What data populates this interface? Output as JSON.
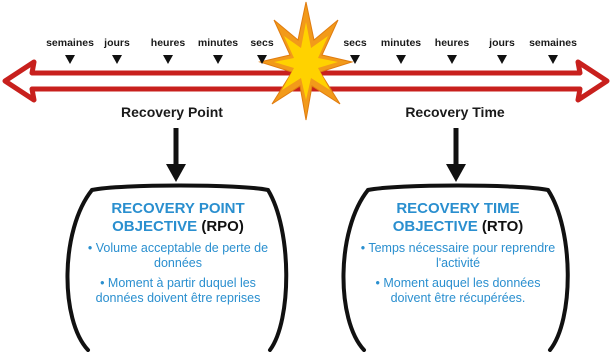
{
  "colors": {
    "arrow_red": "#c8201d",
    "burst_orange": "#f29a1a",
    "burst_yellow": "#ffd200",
    "accent_blue": "#2a8fcf",
    "ink": "#111111"
  },
  "left_timeline": {
    "ticks": [
      "semaines",
      "jours",
      "heures",
      "minutes",
      "secs"
    ],
    "title": "Recovery Point"
  },
  "right_timeline": {
    "ticks": [
      "secs",
      "minutes",
      "heures",
      "jours",
      "semaines"
    ],
    "title": "Recovery Time"
  },
  "rpo_box": {
    "title_line1": "RECOVERY POINT",
    "title_line2": "OBJECTIVE",
    "abbr": "(RPO)",
    "bullet1": "• Volume acceptable de perte de données",
    "bullet2": "• Moment à partir duquel les données doivent être reprises"
  },
  "rto_box": {
    "title_line1": "RECOVERY TIME",
    "title_line2": "OBJECTIVE",
    "abbr": "(RTO)",
    "bullet1": "• Temps nécessaire pour reprendre l'activité",
    "bullet2": "• Moment auquel les données doivent être récupérées."
  }
}
